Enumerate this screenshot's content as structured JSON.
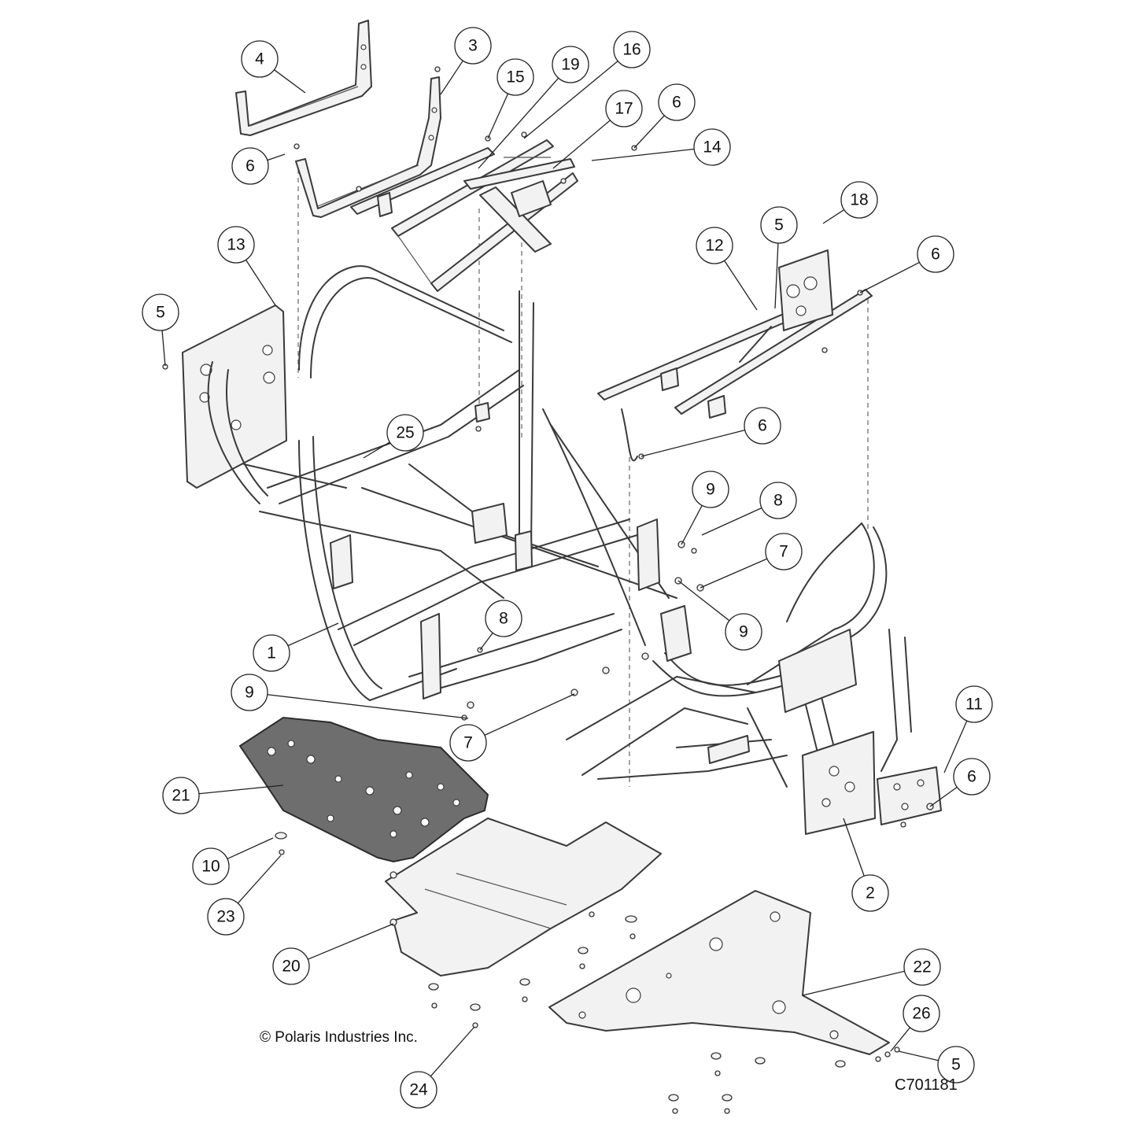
{
  "diagram": {
    "callouts": [
      {
        "label": "4"
      },
      {
        "label": "3"
      },
      {
        "label": "15"
      },
      {
        "label": "19"
      },
      {
        "label": "16"
      },
      {
        "label": "17"
      },
      {
        "label": "6"
      },
      {
        "label": "14"
      },
      {
        "label": "6"
      },
      {
        "label": "18"
      },
      {
        "label": "12"
      },
      {
        "label": "5"
      },
      {
        "label": "6"
      },
      {
        "label": "13"
      },
      {
        "label": "5"
      },
      {
        "label": "25"
      },
      {
        "label": "6"
      },
      {
        "label": "9"
      },
      {
        "label": "8"
      },
      {
        "label": "7"
      },
      {
        "label": "9"
      },
      {
        "label": "8"
      },
      {
        "label": "1"
      },
      {
        "label": "9"
      },
      {
        "label": "7"
      },
      {
        "label": "11"
      },
      {
        "label": "6"
      },
      {
        "label": "21"
      },
      {
        "label": "10"
      },
      {
        "label": "23"
      },
      {
        "label": "2"
      },
      {
        "label": "20"
      },
      {
        "label": "22"
      },
      {
        "label": "26"
      },
      {
        "label": "5"
      },
      {
        "label": "24"
      }
    ],
    "copyright": "© Polaris Industries Inc.",
    "drawing_id": "C701181"
  }
}
